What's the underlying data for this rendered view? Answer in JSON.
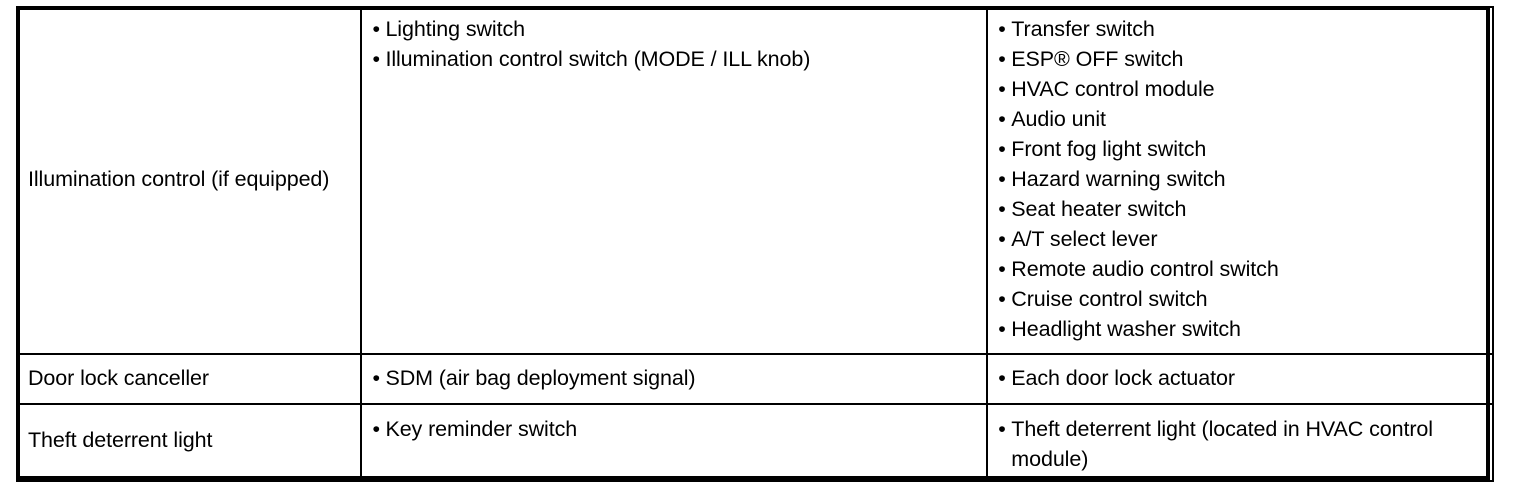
{
  "document": {
    "type": "specification-table",
    "title": "System components table",
    "border_color": "#000000",
    "background_color": "#ffffff",
    "text_color": "#000000"
  },
  "table": {
    "columns": 3,
    "rows": [
      {
        "name": "illumination-control",
        "label": "Illumination control (if equipped)",
        "middle_items": [
          "Lighting switch",
          "Illumination control switch (MODE / ILL knob)"
        ],
        "right_items": [
          "Transfer switch",
          "ESP® OFF switch",
          "HVAC control module",
          "Audio unit",
          "Front fog light switch",
          "Hazard warning switch",
          "Seat heater switch",
          "A/T select lever",
          "Remote audio control switch",
          "Cruise control switch",
          "Headlight washer switch"
        ]
      },
      {
        "name": "door-lock-canceller",
        "label": "Door lock canceller",
        "middle_items": [
          "SDM (air bag deployment signal)"
        ],
        "right_items": [
          "Each door lock actuator"
        ]
      },
      {
        "name": "theft-deterrent-light",
        "label": "Theft deterrent light",
        "middle_items": [
          "Key reminder switch"
        ],
        "right_items": [
          "Theft deterrent light (located in HVAC control module)"
        ]
      }
    ]
  },
  "icons": {
    "bullet": "•"
  }
}
